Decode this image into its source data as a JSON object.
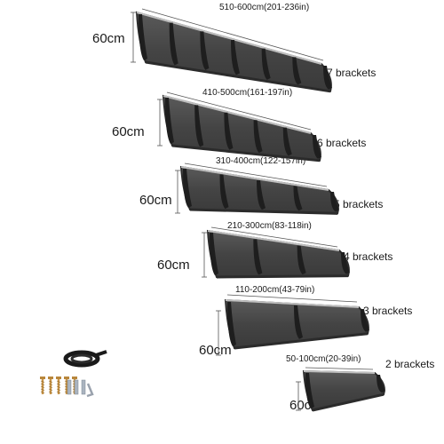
{
  "colors": {
    "panel": "#4b4b4b",
    "panel_light": "#6e6e6e",
    "frame": "#2b2b2b",
    "bracket": "#1e1e1e",
    "dim_line": "#555555"
  },
  "awnings": [
    {
      "id": "a7",
      "width_label": "510-600cm(201-236in)",
      "depth_label": "60cm",
      "brackets_label": "7 brackets",
      "bracket_count": 7
    },
    {
      "id": "a6",
      "width_label": "410-500cm(161-197in)",
      "depth_label": "60cm",
      "brackets_label": "6 brackets",
      "bracket_count": 6
    },
    {
      "id": "a5",
      "width_label": "310-400cm(122-157in)",
      "depth_label": "60cm",
      "brackets_label": "5 brackets",
      "bracket_count": 5
    },
    {
      "id": "a4",
      "width_label": "210-300cm(83-118in)",
      "depth_label": "60cm",
      "brackets_label": "4 brackets",
      "bracket_count": 4
    },
    {
      "id": "a3",
      "width_label": "110-200cm(43-79in)",
      "depth_label": "60cm",
      "brackets_label": "3 brackets",
      "bracket_count": 3
    },
    {
      "id": "a2",
      "width_label": "50-100cm(20-39in)",
      "depth_label": "60cm",
      "brackets_label": "2 brackets",
      "bracket_count": 2
    }
  ],
  "accessories": {
    "screw_count": 5,
    "icon": "mounting-kit-icon"
  }
}
